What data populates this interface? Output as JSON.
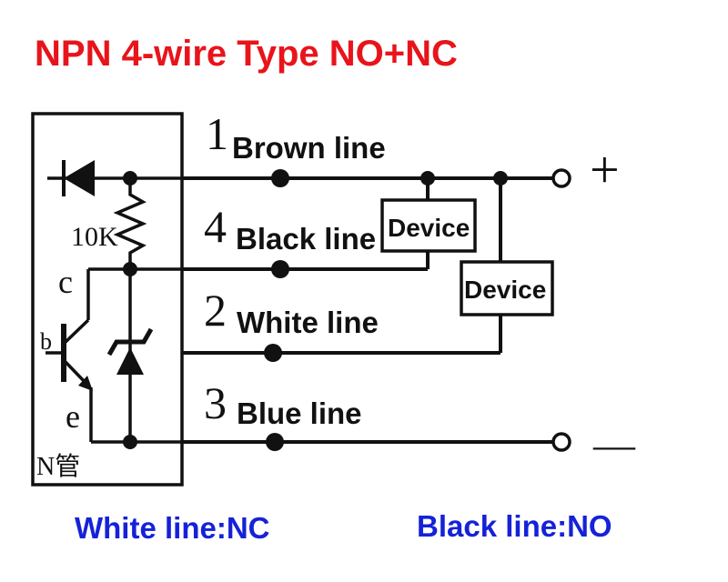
{
  "title": "NPN 4-wire Type  NO+NC",
  "wires": [
    {
      "number": "1",
      "label": "Brown line"
    },
    {
      "number": "4",
      "label": "Black line"
    },
    {
      "number": "2",
      "label": "White line"
    },
    {
      "number": "3",
      "label": "Blue line"
    }
  ],
  "components": {
    "resistor": "10K",
    "collector": "c",
    "base": "b",
    "emitter": "e",
    "transistor_type": "N管"
  },
  "devices": [
    "Device",
    "Device"
  ],
  "terminals": {
    "positive": "+",
    "negative": "—"
  },
  "footer": {
    "left": "White line:NC",
    "right": "Black line:NO"
  },
  "colors": {
    "title": "#e8141b",
    "footer": "#1522d8",
    "line": "#111111"
  }
}
